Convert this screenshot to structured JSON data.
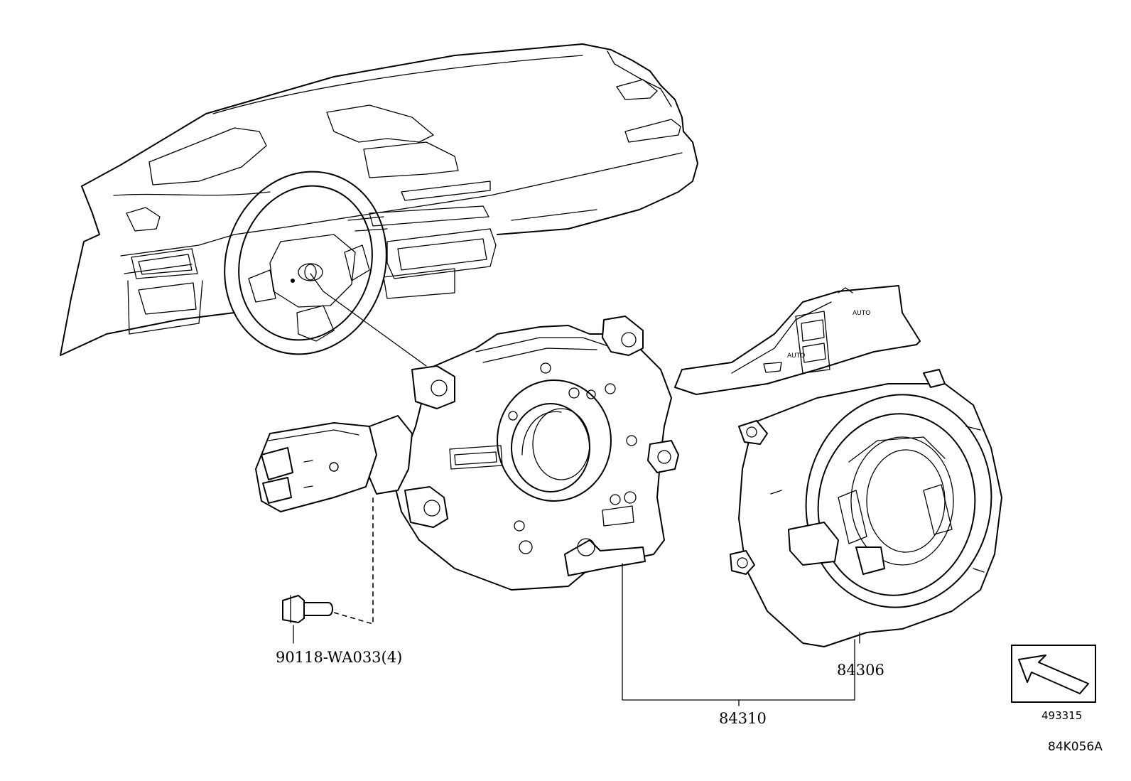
{
  "parts": {
    "bolt": "90118-WA033(4)",
    "spiral_cable": "84306",
    "switch_assembly": "84310"
  },
  "reference": {
    "view_code": "493315",
    "diagram_code": "84K056A"
  },
  "lever_text": {
    "auto_top": "AUTO",
    "auto_side": "AUTO"
  },
  "icons": {
    "view_arrow": "view-direction-arrow-icon",
    "emblem": "toyota-emblem-icon"
  }
}
